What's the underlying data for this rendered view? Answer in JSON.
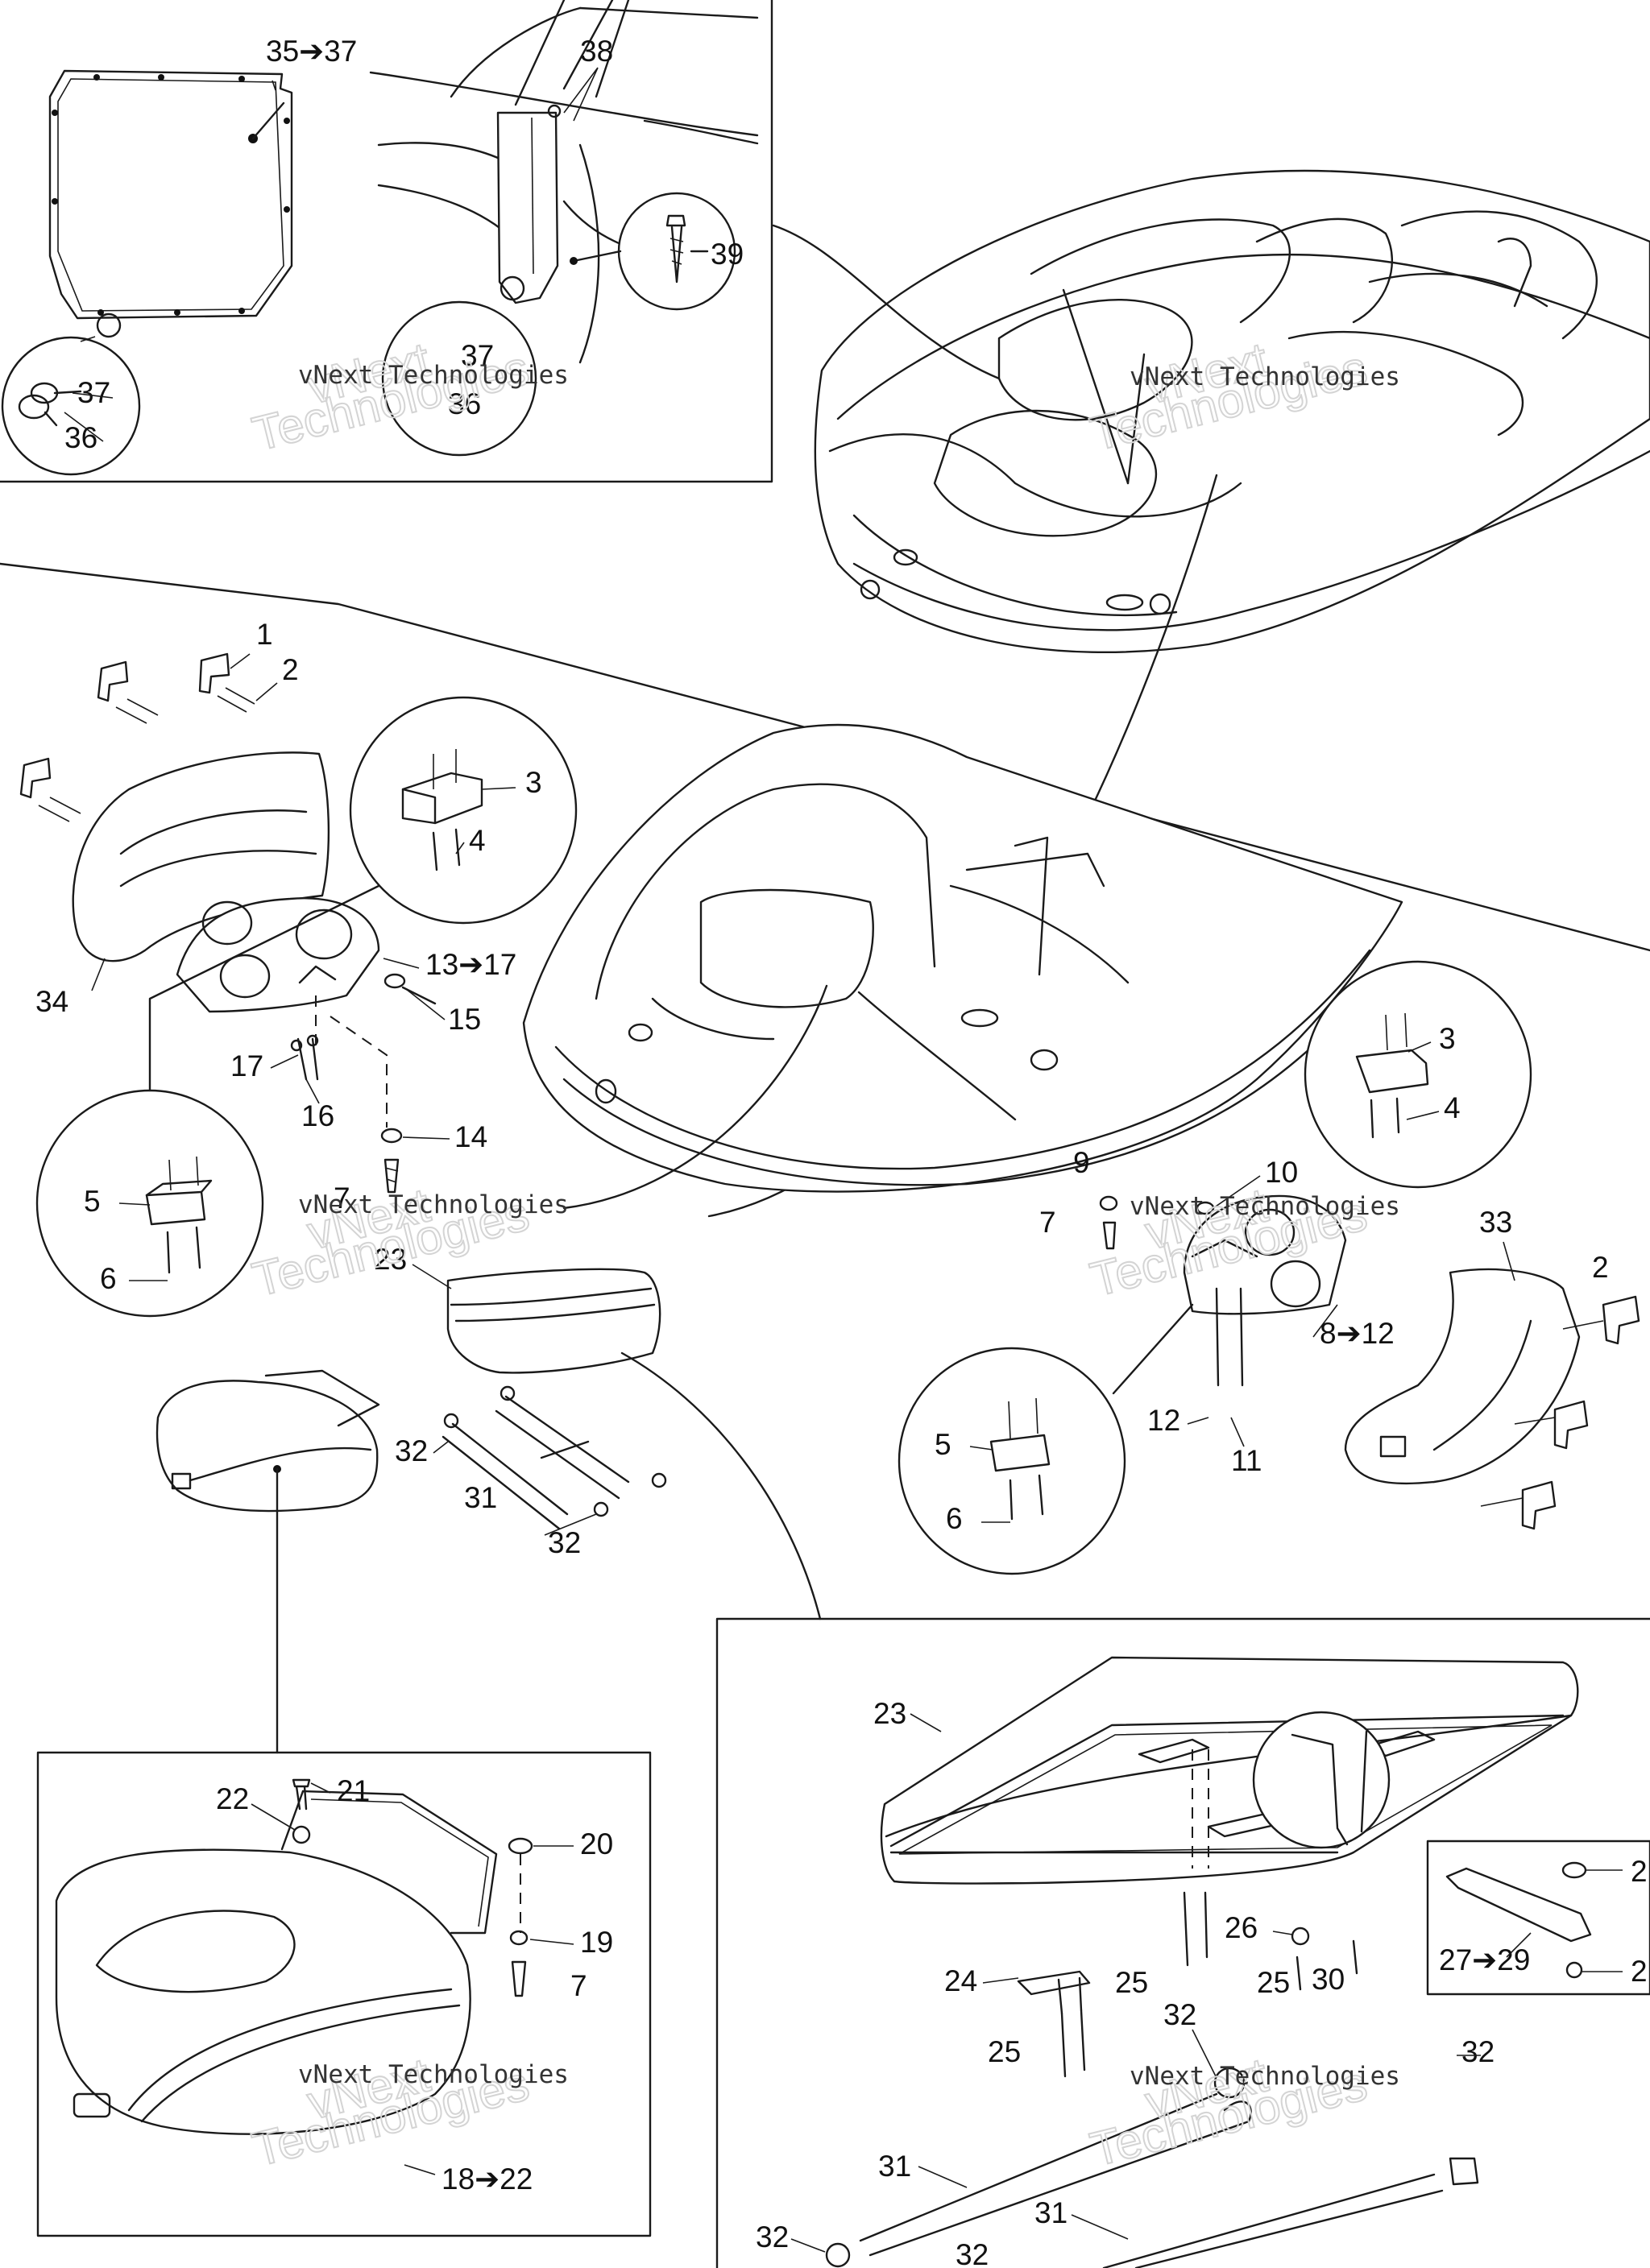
{
  "callouts": {
    "c_35_37": "35➔37",
    "c_38": "38",
    "c_39": "39",
    "c_37a": "37",
    "c_36a": "36",
    "c_37b": "37",
    "c_36b": "36",
    "c_1": "1",
    "c_2a": "2",
    "c_3a": "3",
    "c_4a": "4",
    "c_34": "34",
    "c_13_17": "13➔17",
    "c_15": "15",
    "c_17": "17",
    "c_16": "16",
    "c_5a": "5",
    "c_6a": "6",
    "c_14": "14",
    "c_7a": "7",
    "c_23a": "23",
    "c_32a": "32",
    "c_31a": "31",
    "c_32b": "32",
    "c_3b": "3",
    "c_4b": "4",
    "c_9": "9",
    "c_10": "10",
    "c_7b": "7",
    "c_33": "33",
    "c_2b": "2",
    "c_8_12": "8➔12",
    "c_12": "12",
    "c_11": "11",
    "c_5b": "5",
    "c_6b": "6",
    "c_22a": "22",
    "c_21": "21",
    "c_20": "20",
    "c_19": "19",
    "c_7c": "7",
    "c_18_22": "18➔22",
    "c_23b": "23",
    "c_24": "24",
    "c_25a": "25",
    "c_26": "26",
    "c_25b": "25",
    "c_30": "30",
    "c_25c": "25",
    "c_27_29": "27➔29",
    "c_29a": "2",
    "c_29b": "2",
    "c_32c": "32",
    "c_32d": "32",
    "c_31b": "31",
    "c_31c": "31",
    "c_32e": "32",
    "c_32f": "32"
  },
  "watermark": {
    "brand": "vNext Technologies",
    "big_top": "vNext",
    "big_bottom": "Technologies"
  }
}
